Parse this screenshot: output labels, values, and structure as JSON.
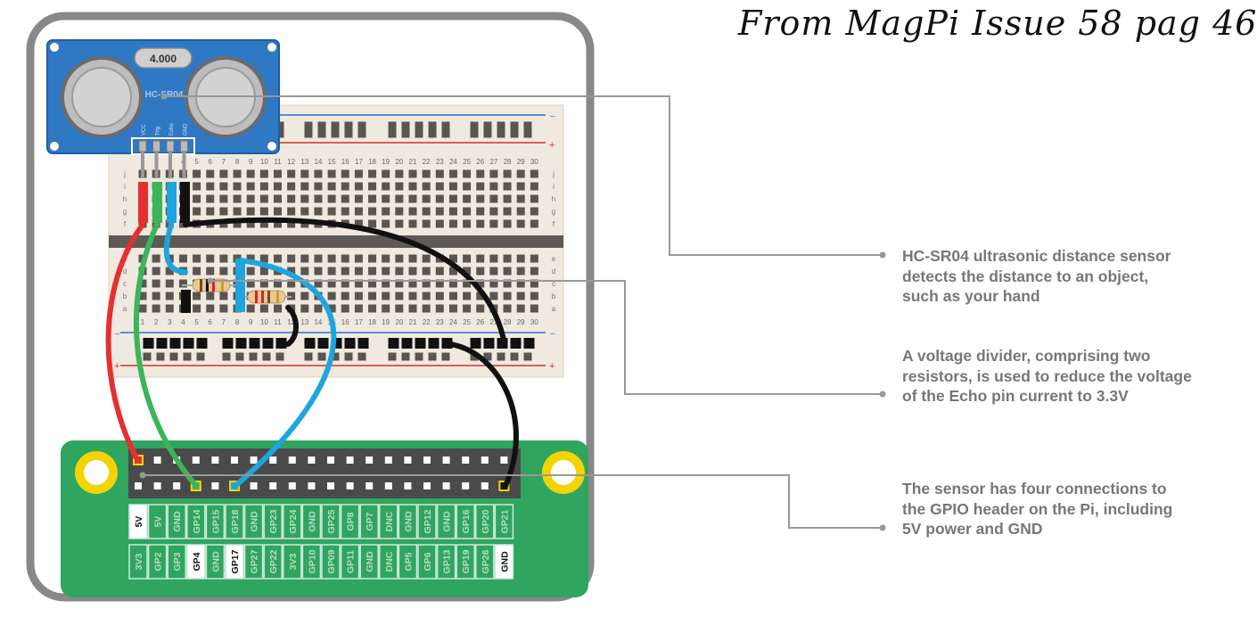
{
  "title": "From MagPi Issue 58 pag 46",
  "sensor": {
    "model": "HC-SR04",
    "display": "4.000",
    "pins": [
      "VCC",
      "Trig",
      "Echo",
      "GND"
    ]
  },
  "callouts": [
    {
      "lines": [
        "HC-SR04 ultrasonic distance sensor",
        "detects the distance to an object,",
        "such as your hand"
      ]
    },
    {
      "lines": [
        "A voltage divider, comprising two",
        "resistors, is used to reduce the voltage",
        "of the Echo pin current to 3.3V"
      ]
    },
    {
      "lines": [
        "The sensor has four connections to",
        "the GPIO header on the Pi, including",
        "5V power and GND"
      ]
    }
  ],
  "breadboard": {
    "columns": [
      "1",
      "2",
      "3",
      "4",
      "5",
      "6",
      "7",
      "8",
      "9",
      "10",
      "11",
      "12",
      "13",
      "14",
      "15",
      "16",
      "17",
      "18",
      "19",
      "20",
      "21",
      "22",
      "23",
      "24",
      "25",
      "26",
      "27",
      "28",
      "29",
      "30"
    ],
    "rows_top": [
      "j",
      "i",
      "h",
      "g",
      "f"
    ],
    "rows_bottom": [
      "e",
      "d",
      "c",
      "b",
      "a"
    ]
  },
  "gpio": {
    "top_row": [
      "5V",
      "5V",
      "GND",
      "GP14",
      "GP15",
      "GP18",
      "GND",
      "GP23",
      "GP24",
      "GND",
      "GP25",
      "GP8",
      "GP7",
      "DNC",
      "GND",
      "GP12",
      "GND",
      "GP16",
      "GP20",
      "GP21"
    ],
    "bottom_row": [
      "3V3",
      "GP2",
      "GP3",
      "GP4",
      "GND",
      "GP17",
      "GP27",
      "GP22",
      "3V3",
      "GP10",
      "GP09",
      "GP11",
      "GND",
      "DNC",
      "GP5",
      "GP6",
      "GP13",
      "GP19",
      "GP26",
      "GND"
    ],
    "highlight_top": [
      "5V"
    ],
    "highlight_bottom": [
      "GP4",
      "GP17",
      "GND"
    ]
  },
  "colors": {
    "case_border": "#888888",
    "sensor_blue": "#2f78c4",
    "breadboard": "#efe9df",
    "pi_green": "#2fa560",
    "header": "#4a4a4a",
    "wire_red": "#e53030",
    "wire_green": "#3db45a",
    "wire_blue": "#1ea5e0",
    "wire_black": "#111111",
    "callout_text": "#777777",
    "leader": "#999999"
  }
}
